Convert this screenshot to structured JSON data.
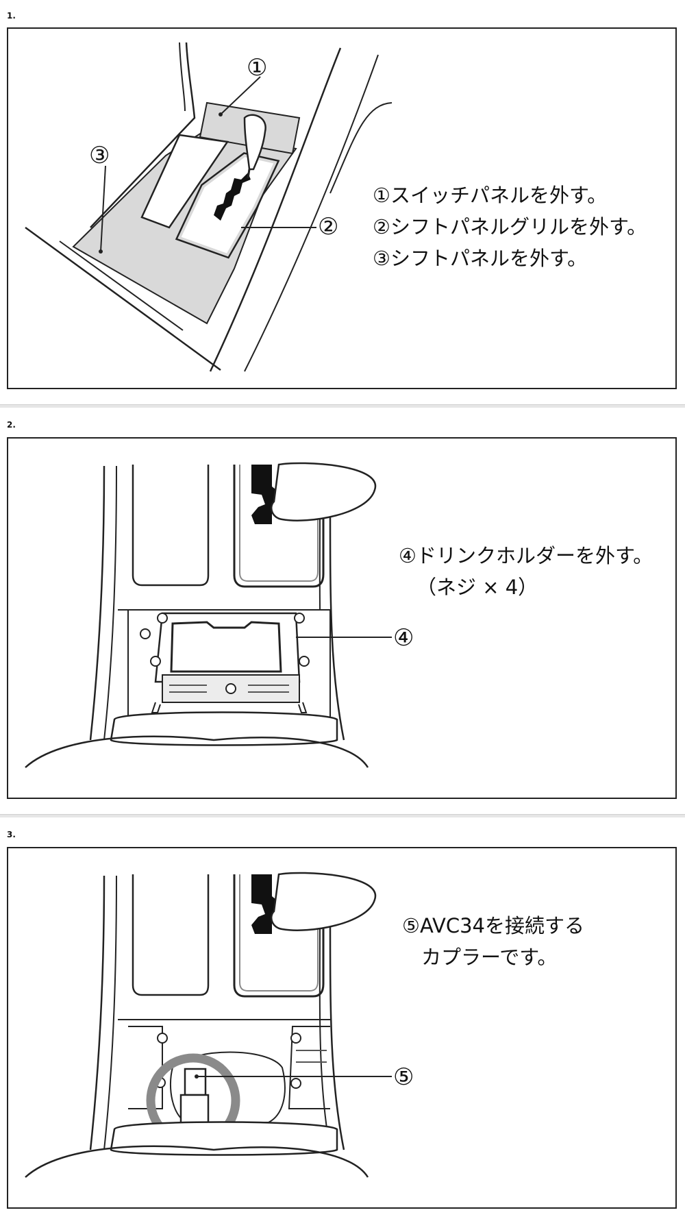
{
  "steps": [
    {
      "label": "1.",
      "instructions": [
        "①スイッチパネルを外す。",
        "②シフトパネルグリルを外す。",
        "③シフトパネルを外す。"
      ],
      "callouts": [
        "①",
        "②",
        "③"
      ]
    },
    {
      "label": "2.",
      "instructions": [
        "④ドリンクホルダーを外す。",
        "（ネジ × 4）"
      ],
      "callouts": [
        "④"
      ]
    },
    {
      "label": "3.",
      "instructions": [
        "⑤AVC34を接続する",
        "カプラーです。"
      ],
      "callouts": [
        "⑤"
      ]
    }
  ]
}
